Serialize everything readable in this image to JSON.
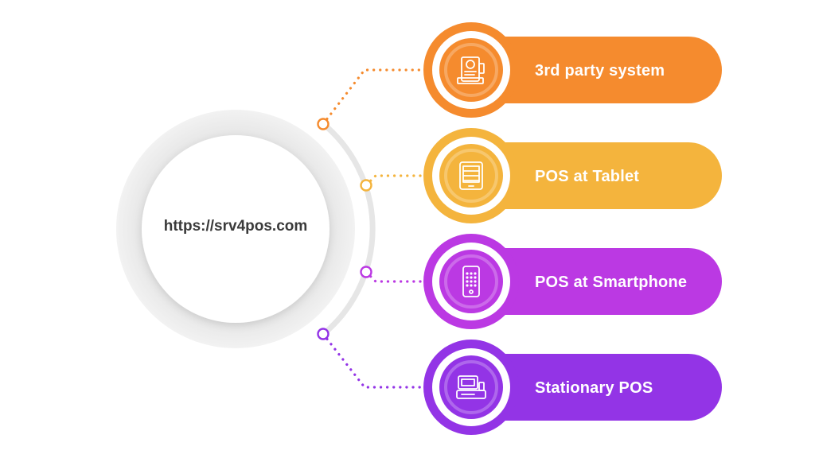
{
  "center": {
    "label": "https://srv4pos.com"
  },
  "items": [
    {
      "label": "3rd party system",
      "color": "#F58B2E",
      "icon": "receipt-printer-icon"
    },
    {
      "label": "POS at Tablet",
      "color": "#F4B43D",
      "icon": "tablet-icon"
    },
    {
      "label": "POS at Smartphone",
      "color": "#BB39E3",
      "icon": "smartphone-icon"
    },
    {
      "label": "Stationary POS",
      "color": "#9334E6",
      "icon": "pos-terminal-icon"
    }
  ]
}
